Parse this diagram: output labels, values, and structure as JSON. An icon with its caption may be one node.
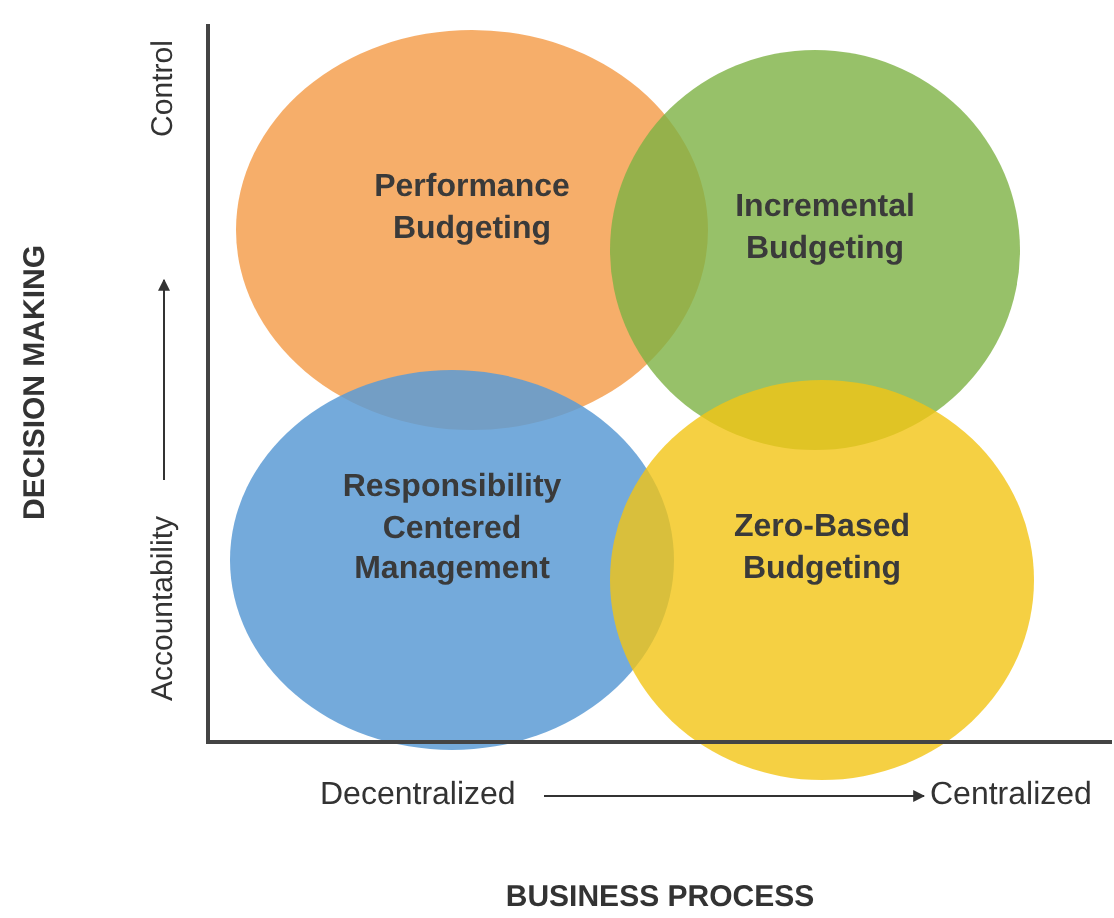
{
  "diagram": {
    "nodes": [
      {
        "text": [
          "Performance Budgeting"
        ]
      },
      {
        "text": [
          "Incremental Budgeting"
        ]
      },
      {
        "text": [
          "Responsibility Centered Management"
        ]
      },
      {
        "text": [
          "Zero-Based Budgeting"
        ]
      }
    ],
    "labels": [
      "DECISION MAKING",
      "Control",
      "Accountability",
      "Decentralized",
      "Centralized",
      "BUSINESS PROCESS"
    ]
  }
}
